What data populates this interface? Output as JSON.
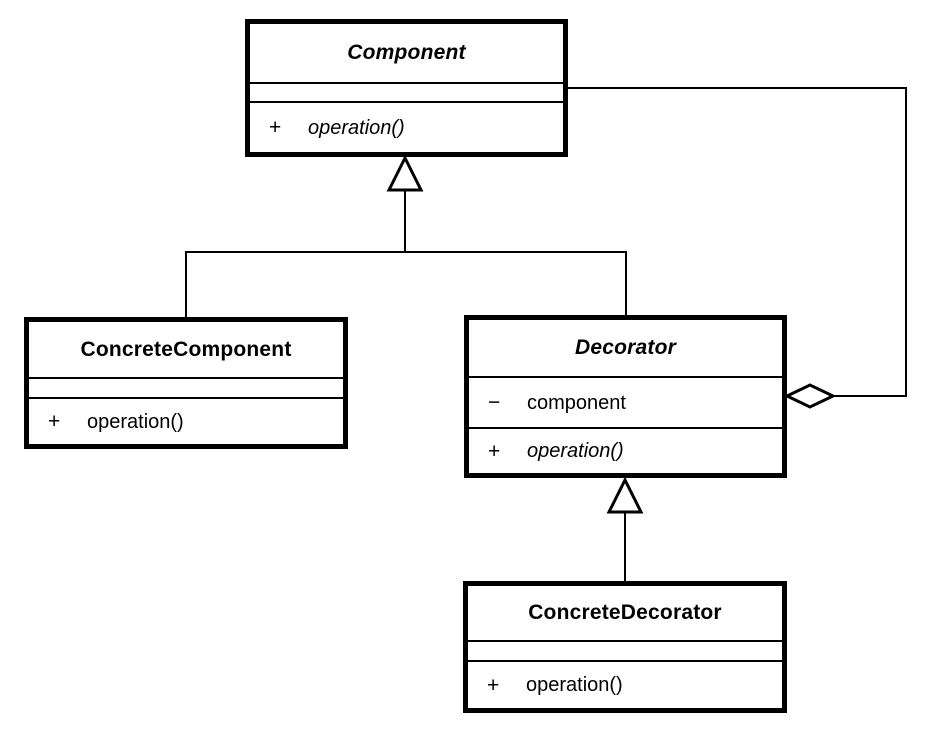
{
  "diagram": {
    "kind": "uml-class-diagram",
    "pattern": "Decorator",
    "background_color": "#ffffff",
    "line_color": "#000000"
  },
  "classes": [
    {
      "name": "Component",
      "abstract": true,
      "attributes": [],
      "operations": [
        {
          "visibility": "+",
          "signature": "operation()",
          "abstract": true
        }
      ]
    },
    {
      "name": "ConcreteComponent",
      "abstract": false,
      "attributes": [],
      "operations": [
        {
          "visibility": "+",
          "signature": "operation()",
          "abstract": false
        }
      ]
    },
    {
      "name": "Decorator",
      "abstract": true,
      "attributes": [
        {
          "visibility": "−",
          "name": "component"
        }
      ],
      "operations": [
        {
          "visibility": "+",
          "signature": "operation()",
          "abstract": true
        }
      ]
    },
    {
      "name": "ConcreteDecorator",
      "abstract": false,
      "attributes": [],
      "operations": [
        {
          "visibility": "+",
          "signature": "operation()",
          "abstract": false
        }
      ]
    }
  ],
  "relationships": [
    {
      "type": "generalization",
      "from": "ConcreteComponent",
      "to": "Component"
    },
    {
      "type": "generalization",
      "from": "Decorator",
      "to": "Component"
    },
    {
      "type": "generalization",
      "from": "ConcreteDecorator",
      "to": "Decorator"
    },
    {
      "type": "aggregation",
      "owner": "Decorator",
      "part": "Component"
    }
  ]
}
